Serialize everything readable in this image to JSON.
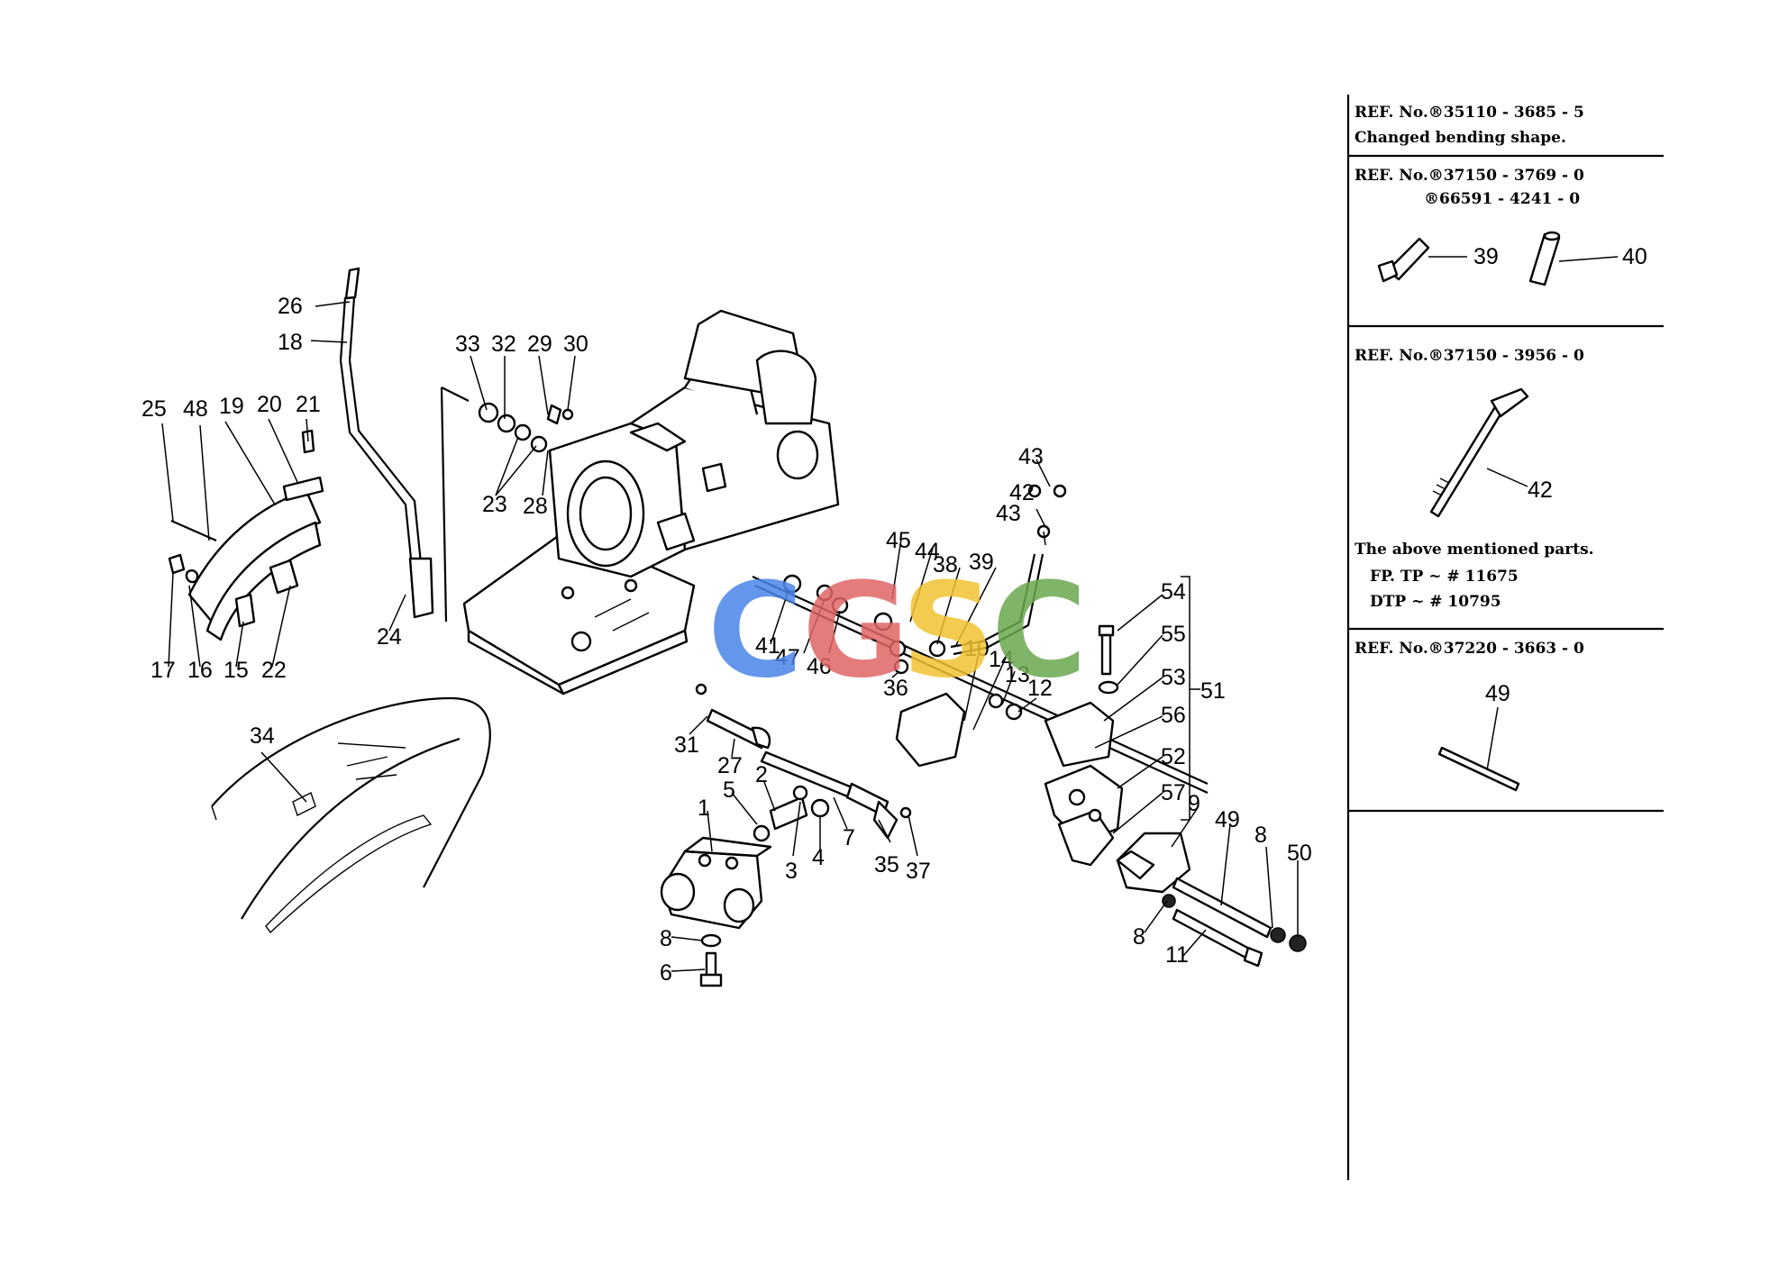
{
  "diagram": {
    "callouts": [
      "1",
      "2",
      "3",
      "4",
      "5",
      "6",
      "7",
      "8",
      "8",
      "8",
      "9",
      "10",
      "11",
      "12",
      "13",
      "14",
      "15",
      "16",
      "17",
      "18",
      "19",
      "20",
      "21",
      "22",
      "23",
      "23",
      "24",
      "25",
      "26",
      "27",
      "28",
      "29",
      "30",
      "31",
      "32",
      "33",
      "34",
      "35",
      "36",
      "37",
      "38",
      "39",
      "41",
      "42",
      "43",
      "43",
      "44",
      "45",
      "46",
      "47",
      "48",
      "49",
      "50",
      "51",
      "52",
      "53",
      "54",
      "55",
      "56",
      "57"
    ],
    "ref_panel": {
      "sections": [
        {
          "lines": [
            "REF. No.®35110 - 3685 - 5",
            "Changed bending shape."
          ],
          "callouts": []
        },
        {
          "lines": [
            "REF. No.®37150 - 3769 - 0",
            "®66591 - 4241 - 0"
          ],
          "callouts": [
            "39",
            "40"
          ]
        },
        {
          "lines": [
            "REF. No.®37150 - 3956 - 0",
            "The above mentioned parts.",
            "FP. TP  ~ # 11675",
            "DTP     ~ # 10795"
          ],
          "callouts": [
            "42"
          ]
        },
        {
          "lines": [
            "REF. No.®37220 - 3663 - 0"
          ],
          "callouts": [
            "49"
          ]
        }
      ]
    },
    "watermark": {
      "letters": [
        "C",
        "G",
        "S",
        "C"
      ],
      "colors": [
        "#4a86e8",
        "#e06666",
        "#f1c232",
        "#6aa84f"
      ]
    }
  }
}
